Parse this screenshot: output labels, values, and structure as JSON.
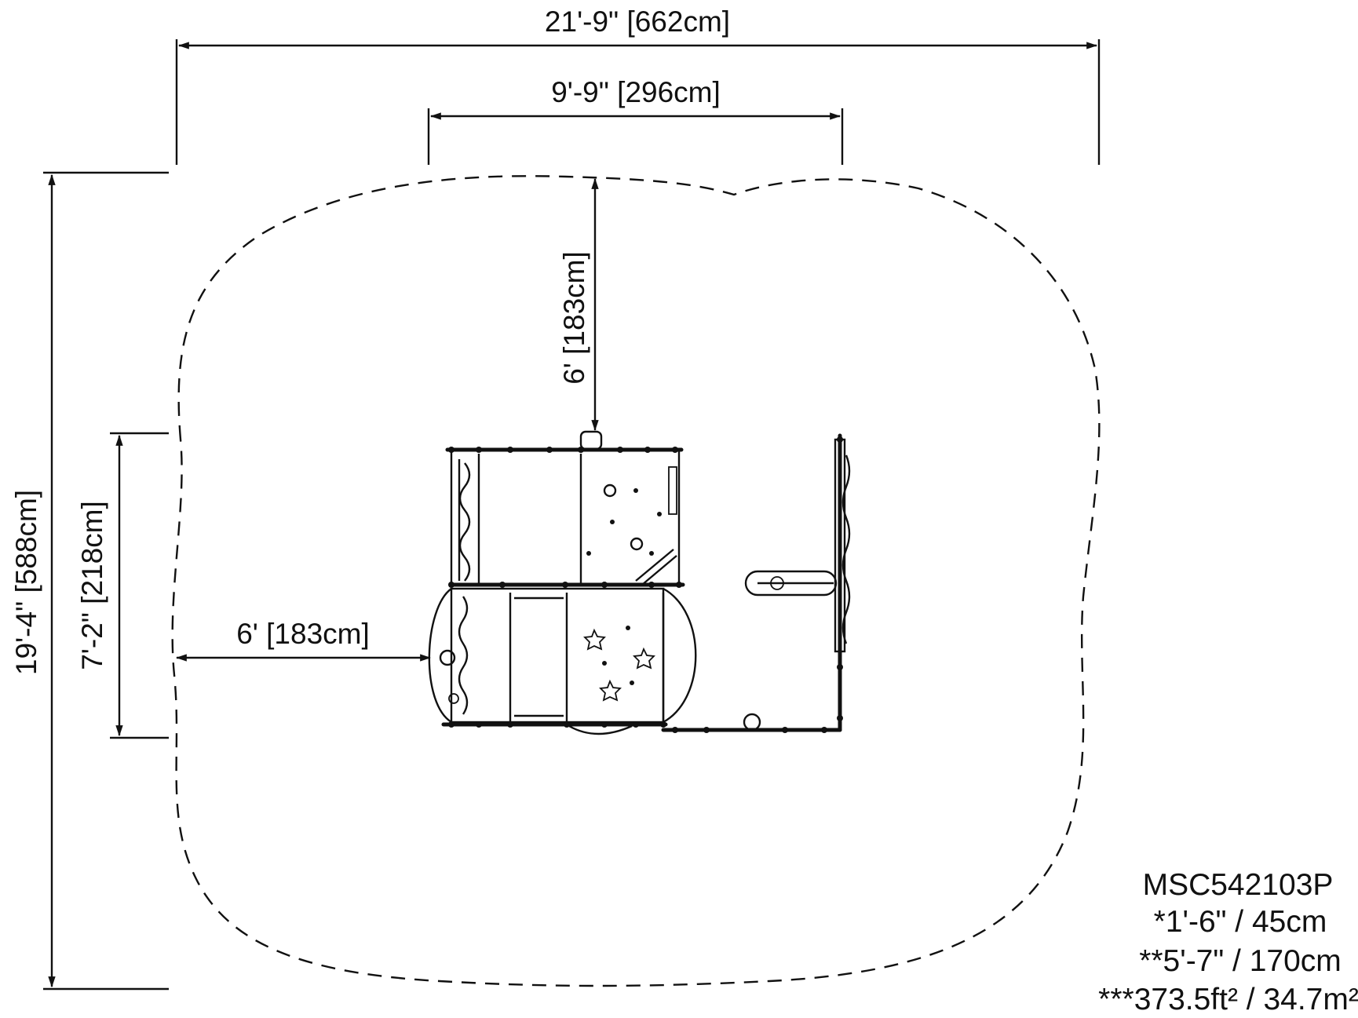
{
  "dimensions": {
    "overall_width": "21'-9\" [662cm]",
    "structure_width": "9'-9\" [296cm]",
    "clearance_top": "6' [183cm]",
    "overall_depth": "19'-4\" [588cm]",
    "structure_depth": "7'-2\" [218cm]",
    "clearance_left": "6' [183cm]"
  },
  "specs": {
    "model": "MSC542103P",
    "line1": "*1'-6\" / 45cm",
    "line2": "**5'-7\" / 170cm",
    "line3": "***373.5ft² / 34.7m²"
  }
}
